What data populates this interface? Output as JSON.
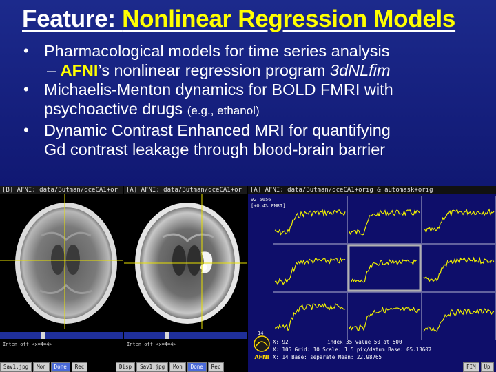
{
  "slide": {
    "title_prefix": "Feature: ",
    "title_accent": "Nonlinear Regression Models",
    "bullets": [
      {
        "text": "Pharmacological models for time series analysis"
      },
      {
        "dash": "– ",
        "accent": "AFNI",
        "rest": "’s nonlinear regression program ",
        "italic": "3dNLfim"
      },
      {
        "text": "Michaelis-Menton dynamics for BOLD FMRI with",
        "cont": "psychoactive drugs ",
        "cont_small": "(e.g., ethanol)"
      },
      {
        "text": "Dynamic Contrast Enhanced MRI for quantifying",
        "cont": "Gd contrast leakage through blood-brain barrier"
      }
    ]
  },
  "afni": {
    "window_b_title": "[B] AFNI: data/Butman/dceCA1+or",
    "window_a_title": "[A] AFNI: data/Butman/dceCA1+or",
    "graph_title": "[A] AFNI: data/Butman/dceCA1+orig & automask+orig",
    "image_buttons_b": [
      "Sav1.jpg",
      "Mon",
      "Done",
      "Rec"
    ],
    "image_buttons_a": [
      "Disp",
      "Sav1.jpg",
      "Mon",
      "Done",
      "Rec"
    ],
    "ctrl_text_b": "Inten  off  <x=4=4>",
    "ctrl_text_a": "Inten  off  <x=4=4>",
    "graph_top_value": "92.5656",
    "graph_top_label": "[+0.4% FMRI]",
    "graph_bottom_value": "14",
    "info_line1_left": "X:  92",
    "info_line1_right": "index  35  value  50  at  500",
    "info_line2": "X:  105  Grid:  10  Scale:  1.5 pix/datum  Base:  05.13607",
    "info_line3": "X:  14   Base:  separate   Mean:  22.98765",
    "logo_text": "AFNI",
    "graph_buttons": [
      "FIM",
      "Up"
    ],
    "colors": {
      "graph_bg": "#0e0e6a",
      "trace": "#f0f000",
      "grid": "#ffffff",
      "crosshair": "#e8e000",
      "selected_box": "#b0b0b0"
    }
  }
}
